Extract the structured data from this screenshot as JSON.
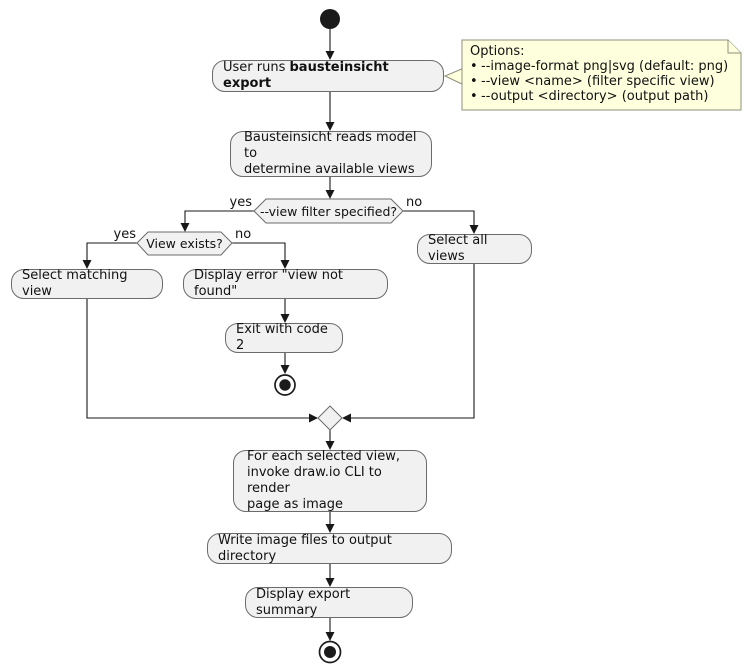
{
  "diagram": {
    "type": "plantuml-activity-diagram",
    "colors": {
      "background": "#ffffff",
      "activity_fill": "#f1f1f1",
      "activity_border": "#6b6b6b",
      "note_fill": "#feffdd",
      "note_border": "#8f8f7a",
      "edge_line": "#181818",
      "text": "#111111"
    },
    "activities": {
      "run_export": {
        "prefix": "User runs ",
        "command": "bausteinsicht export"
      },
      "read_model": "Bausteinsicht reads model to\ndetermine available views",
      "select_matching": "Select matching view",
      "display_error": "Display error \"view not found\"",
      "select_all": "Select all views",
      "exit_code": "Exit with code 2",
      "for_each": "For each selected view,\ninvoke draw.io CLI to render\npage as image",
      "write_files": "Write image files to output directory",
      "display_summary": "Display export summary"
    },
    "decisions": {
      "view_filter": {
        "question": "--view filter specified?",
        "yes_label": "yes",
        "no_label": "no"
      },
      "view_exists": {
        "question": "View exists?",
        "yes_label": "yes",
        "no_label": "no"
      }
    },
    "note": {
      "title": "Options:",
      "bullet": "•",
      "items": [
        "--image-format png|svg (default: png)",
        "--view <name> (filter specific view)",
        "--output <directory> (output path)"
      ]
    }
  }
}
